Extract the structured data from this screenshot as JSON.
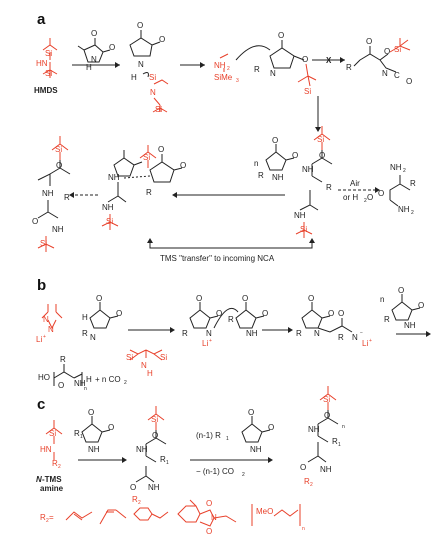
{
  "panels": {
    "a": "a",
    "b": "b",
    "c": "c"
  },
  "panel_a": {
    "hmds_label": "HMDS",
    "sime3_label": "SiMe",
    "sime3_sub": "3",
    "nh2_label": "NH",
    "nh2_sub": "2",
    "nh_label": "NH",
    "hn_label": "HN",
    "si_label": "Si",
    "n_label": "N",
    "h_label": "H",
    "o_label": "O",
    "r_label": "R",
    "c_label": "C",
    "blocked_mark": "X",
    "n_prefix": "n",
    "air_label": "Air",
    "water_label": "or H",
    "water_sub": "2",
    "water_o": "O",
    "transfer_label": "TMS \"transfer\" to incoming NCA"
  },
  "panel_b": {
    "li_label": "Li",
    "li_sup": "+",
    "n_label": "N",
    "ho_label": "HO",
    "h_label": "H",
    "n_sub": "n",
    "co2_label": "+ n CO",
    "co2_sub": "2",
    "n_prefix": "n",
    "minus_sup": "−"
  },
  "panel_c": {
    "amine_label_1": "N",
    "amine_label_2": "-TMS",
    "amine_label_3": "amine",
    "hn_label": "HN",
    "r2_label": "R",
    "r2_sub": "2",
    "r1_label": "R",
    "r1_sub": "1",
    "reagent_label": "(n-1) R",
    "co2_label": "− (n-1) CO",
    "co2_sub": "2",
    "r2_eq": "R",
    "r2_eq_tail": " =",
    "meo_label": "MeO",
    "n_sub": "n"
  }
}
